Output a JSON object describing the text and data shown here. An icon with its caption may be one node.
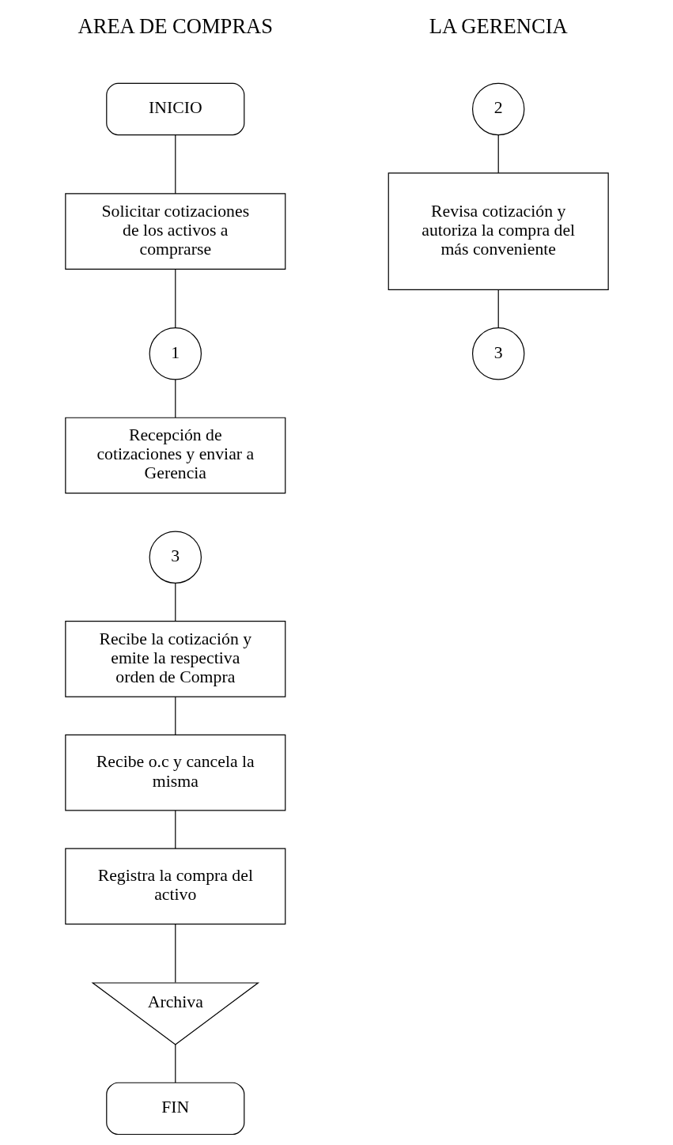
{
  "diagram": {
    "nodes": [
      {
        "text": [
          "INICIO"
        ]
      },
      {
        "text": [
          "Solicitar cotizaciones de los activos a comprarse"
        ]
      },
      {
        "text": [
          "1"
        ]
      },
      {
        "text": [
          "Recepción de cotizaciones y enviar a Gerencia"
        ]
      },
      {
        "text": [
          "3"
        ]
      },
      {
        "text": [
          "Recibe la cotización y emite la respectiva orden de Compra"
        ]
      },
      {
        "text": [
          "Recibe o.c y cancela la misma"
        ]
      },
      {
        "text": [
          "Registra la compra del activo"
        ]
      },
      {
        "text": [
          "Archiva"
        ]
      },
      {
        "text": [
          "FIN"
        ]
      },
      {
        "text": [
          "2"
        ]
      },
      {
        "text": [
          "Revisa cotización y autoriza la compra del más conveniente"
        ]
      },
      {
        "text": [
          "3"
        ]
      }
    ],
    "edges": [
      {
        "from": 0,
        "to": 1,
        "arrow": "none"
      },
      {
        "from": 1,
        "to": 2,
        "arrow": "none"
      },
      {
        "from": 2,
        "to": 3,
        "arrow": "none"
      },
      {
        "from": 4,
        "to": 5,
        "arrow": "none"
      },
      {
        "from": 5,
        "to": 6,
        "arrow": "none"
      },
      {
        "from": 6,
        "to": 7,
        "arrow": "none"
      },
      {
        "from": 7,
        "to": 8,
        "arrow": "none"
      },
      {
        "from": 8,
        "to": 9,
        "arrow": "none"
      },
      {
        "from": 10,
        "to": 11,
        "arrow": "none"
      },
      {
        "from": 11,
        "to": 12,
        "arrow": "none"
      }
    ],
    "labels": [
      "AREA DE COMPRAS",
      "LA GERENCIA"
    ]
  }
}
